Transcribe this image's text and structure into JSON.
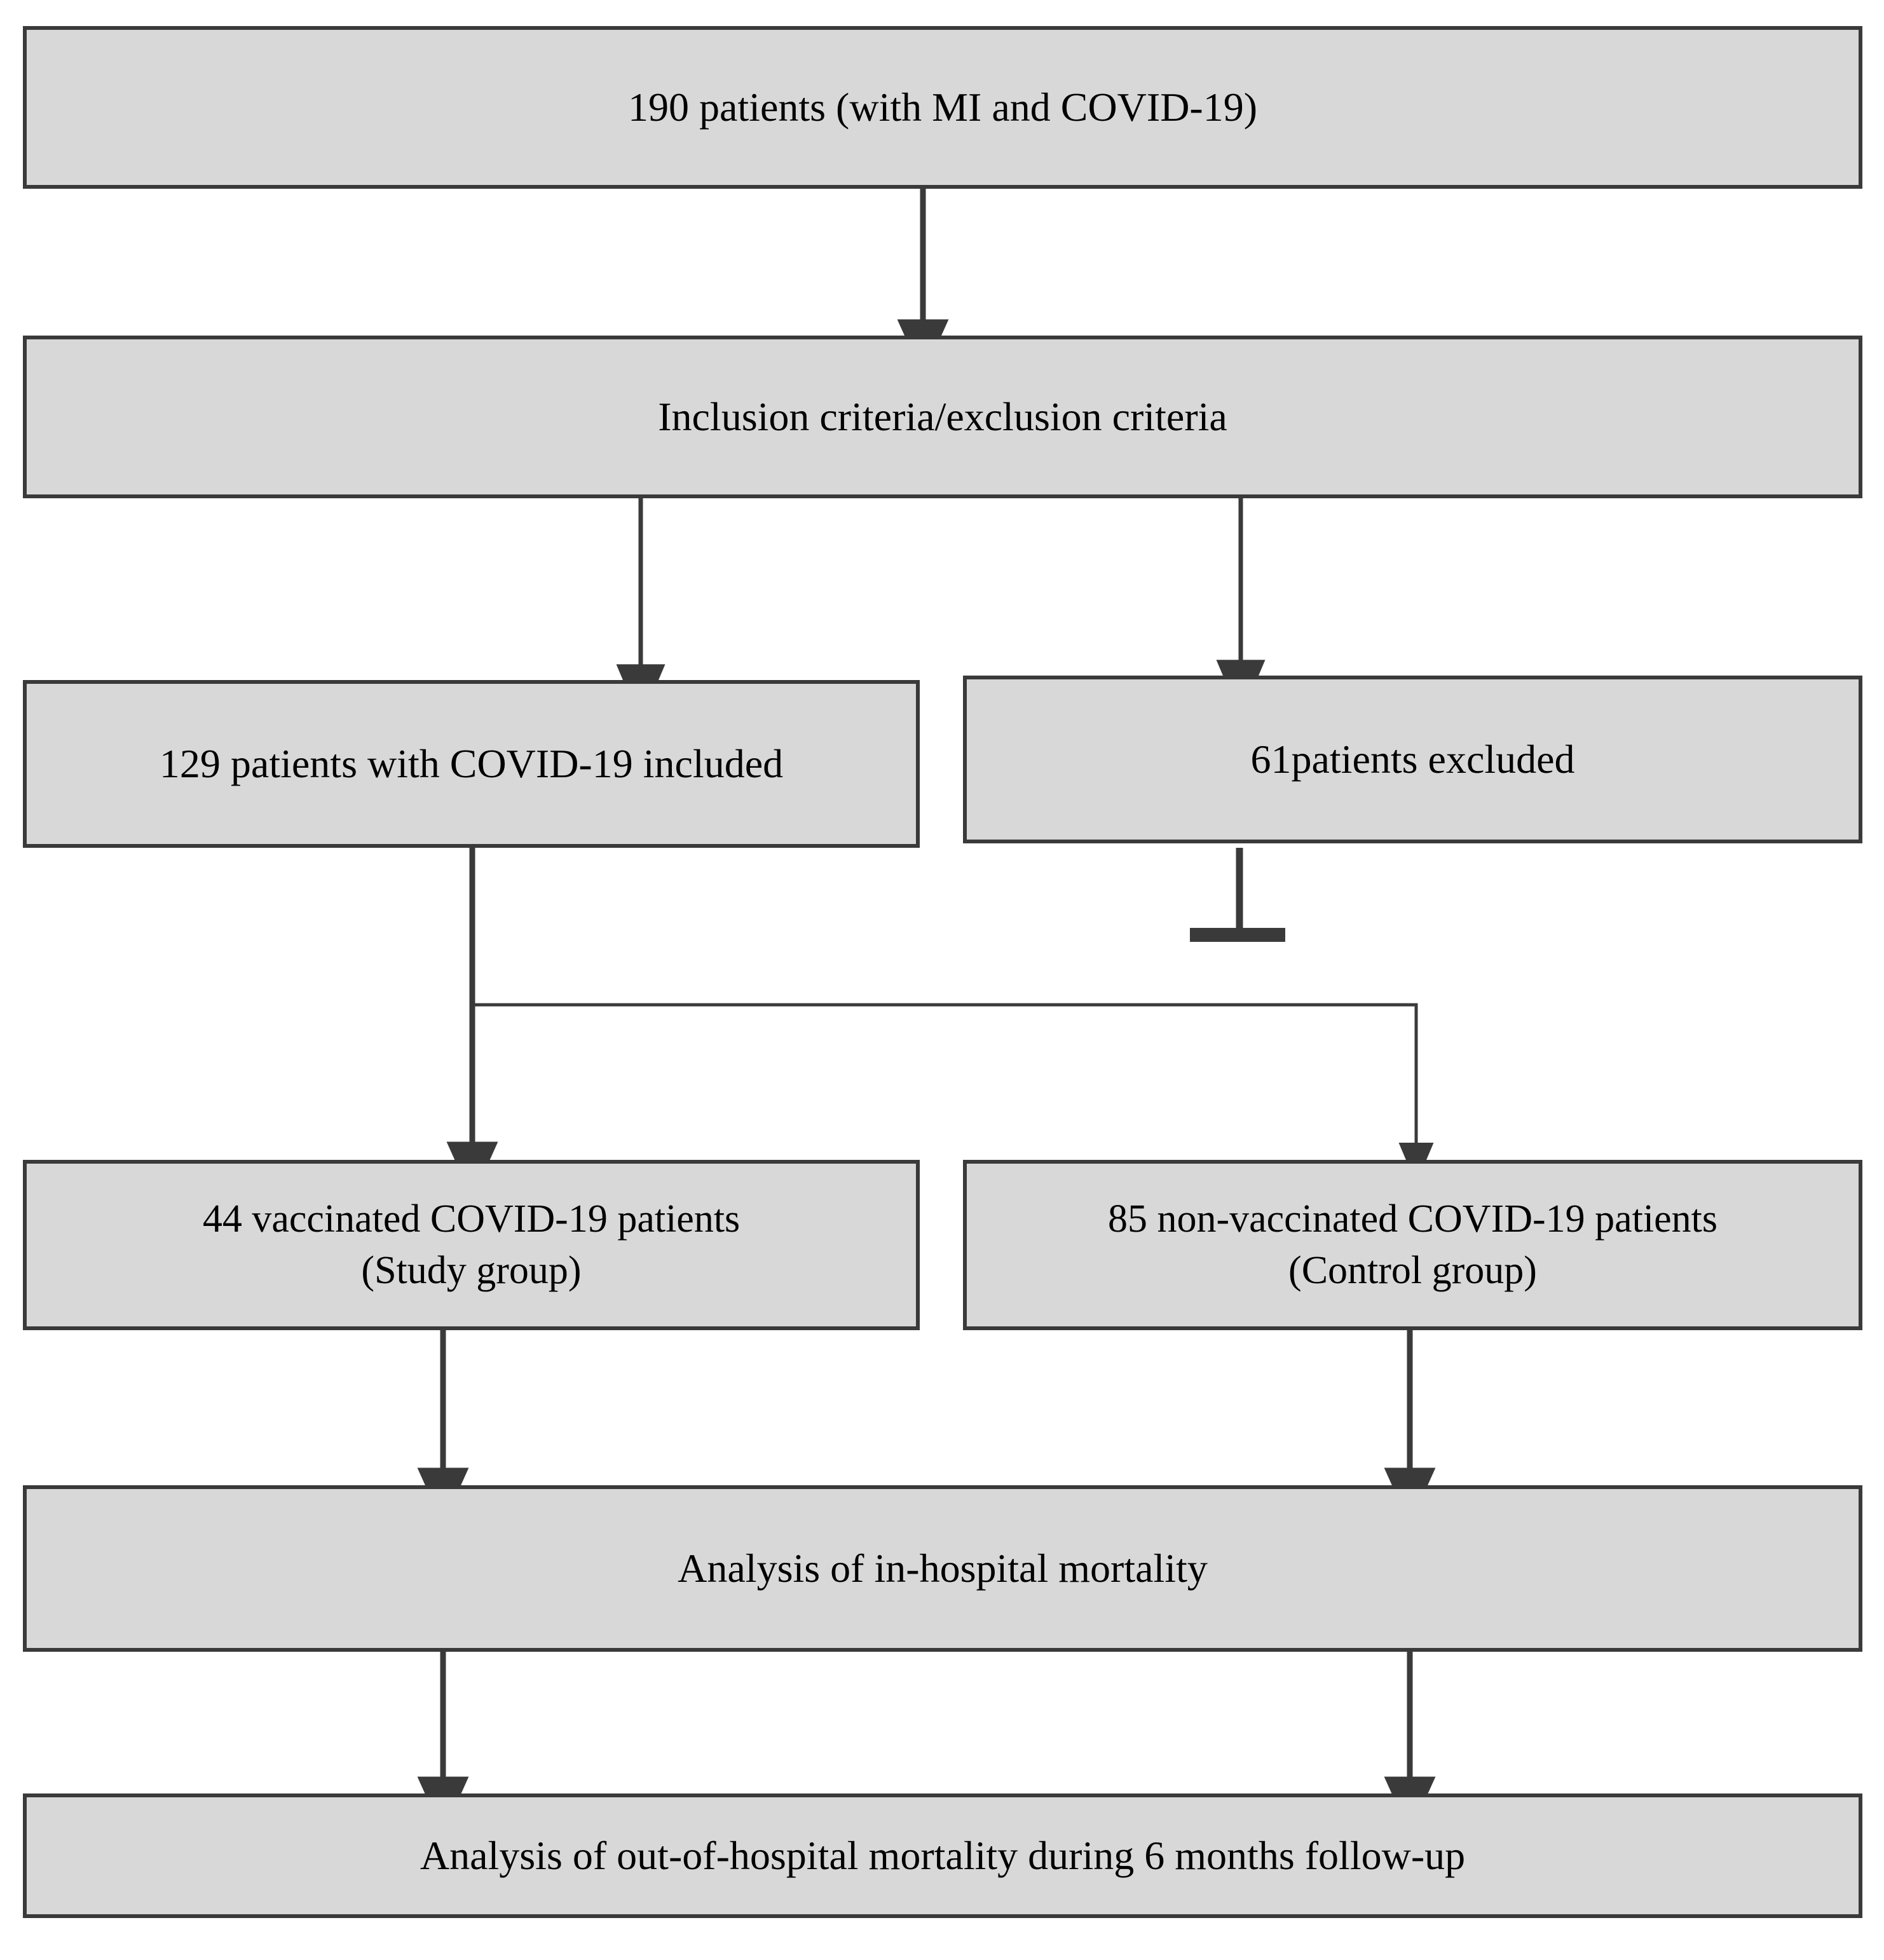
{
  "diagram": {
    "type": "flowchart",
    "title": "Patient enrollment flow diagram",
    "colors": {
      "node_fill": "#d8d8d8",
      "node_border": "#3a3a3a",
      "edge": "#3a3a3a",
      "text": "#000000",
      "background": "#ffffff"
    },
    "nodes": [
      {
        "id": "total",
        "label": "190 patients (with MI and COVID-19)",
        "count": 190,
        "lines": [
          "190 patients (with MI and COVID-19)"
        ]
      },
      {
        "id": "criteria",
        "label": "Inclusion criteria/exclusion criteria",
        "lines": [
          "Inclusion criteria/exclusion criteria"
        ]
      },
      {
        "id": "included",
        "label": "129 patients with COVID-19 included",
        "count": 129,
        "lines": [
          "129 patients with COVID-19 included"
        ]
      },
      {
        "id": "excluded",
        "label": "61patients excluded",
        "count": 61,
        "lines": [
          "61patients excluded"
        ]
      },
      {
        "id": "study",
        "label": "44 vaccinated COVID-19 patients (Study group)",
        "count": 44,
        "lines": [
          "44 vaccinated COVID-19 patients",
          "(Study group)"
        ]
      },
      {
        "id": "control",
        "label": "85 non-vaccinated COVID-19 patients (Control group)",
        "count": 85,
        "lines": [
          "85 non-vaccinated COVID-19 patients",
          "(Control group)"
        ]
      },
      {
        "id": "inhospital",
        "label": "Analysis of in-hospital mortality",
        "lines": [
          "Analysis of in-hospital mortality"
        ]
      },
      {
        "id": "outhospital",
        "label": "Analysis of out-of-hospital mortality during 6 months follow-up",
        "lines": [
          "Analysis of out-of-hospital mortality during 6 months follow-up"
        ]
      }
    ],
    "edges": [
      {
        "id": "e1",
        "from": "total",
        "to": "criteria",
        "style": "arrow"
      },
      {
        "id": "e2",
        "from": "criteria",
        "to": "included",
        "style": "arrow"
      },
      {
        "id": "e3",
        "from": "criteria",
        "to": "excluded",
        "style": "arrow"
      },
      {
        "id": "e4",
        "from": "excluded",
        "to": null,
        "style": "stop-bar"
      },
      {
        "id": "e5",
        "from": "included",
        "to": "study",
        "style": "arrow"
      },
      {
        "id": "e6",
        "from": "included",
        "to": "control",
        "style": "elbow-arrow"
      },
      {
        "id": "e7",
        "from": "study",
        "to": "inhospital",
        "style": "arrow"
      },
      {
        "id": "e8",
        "from": "control",
        "to": "inhospital",
        "style": "arrow"
      },
      {
        "id": "e9",
        "from": "inhospital",
        "to": "outhospital",
        "style": "arrow"
      },
      {
        "id": "e10",
        "from": "inhospital",
        "to": "outhospital",
        "style": "arrow"
      }
    ]
  }
}
